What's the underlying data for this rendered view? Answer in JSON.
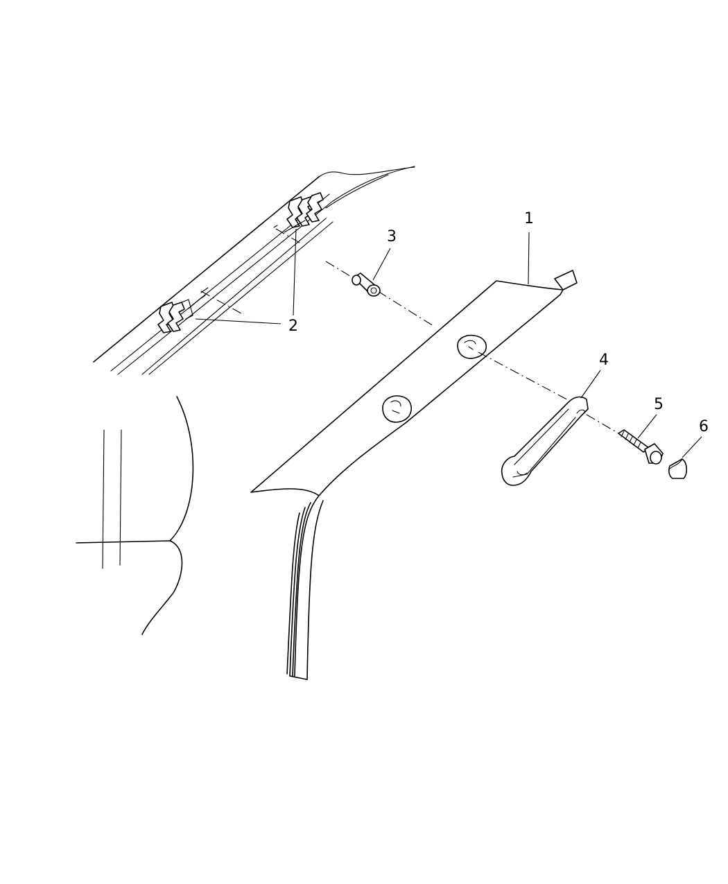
{
  "callouts": {
    "c1": "1",
    "c2": "2",
    "c3": "3",
    "c4": "4",
    "c5": "5",
    "c6": "6"
  },
  "parts": {
    "trim_panel": "pillar-trim-panel",
    "clips": "retainer-clip",
    "bushing": "push-pin-bushing",
    "grab_handle": "assist-grab-handle",
    "screw": "mounting-screw",
    "cap": "screw-cover-cap"
  },
  "colors": {
    "line": "#000000",
    "background": "#ffffff"
  }
}
